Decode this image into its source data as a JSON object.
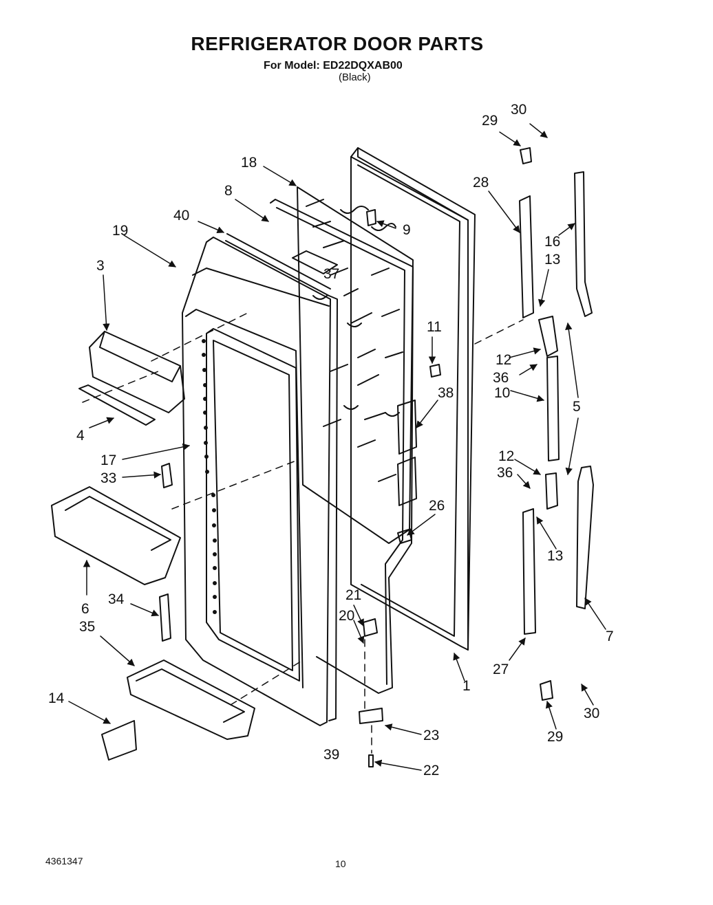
{
  "header": {
    "title": "REFRIGERATOR DOOR PARTS",
    "model_line": "For Model: ED22DQXAB00",
    "color_line": "(Black)"
  },
  "footer": {
    "doc_number": "4361347",
    "page_number": "10"
  },
  "callouts": {
    "c1": "1",
    "c3": "3",
    "c4": "4",
    "c5": "5",
    "c6": "6",
    "c7": "7",
    "c8": "8",
    "c9": "9",
    "c10": "10",
    "c11": "11",
    "c12a": "12",
    "c12b": "12",
    "c13a": "13",
    "c13b": "13",
    "c14": "14",
    "c16": "16",
    "c17": "17",
    "c18": "18",
    "c19": "19",
    "c20": "20",
    "c21": "21",
    "c22": "22",
    "c23": "23",
    "c26": "26",
    "c27": "27",
    "c28": "28",
    "c29a": "29",
    "c29b": "29",
    "c30a": "30",
    "c30b": "30",
    "c33": "33",
    "c34": "34",
    "c35": "35",
    "c36a": "36",
    "c36b": "36",
    "c37": "37",
    "c38": "38",
    "c39": "39",
    "c40": "40"
  }
}
